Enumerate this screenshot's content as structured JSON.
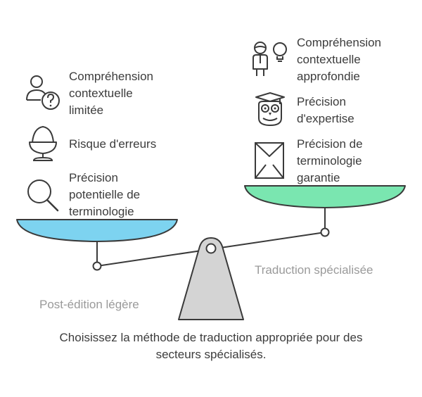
{
  "left_side": {
    "label": "Post-édition légère",
    "color": "#7dd3f0",
    "items": [
      {
        "text": "Compréhension\ncontextuelle\nlimitée",
        "icon": "person-question-icon"
      },
      {
        "text": "Risque d'erreurs",
        "icon": "egg-cup-icon"
      },
      {
        "text": "Précision\npotentielle de\nterminologie",
        "icon": "magnifier-icon"
      }
    ]
  },
  "right_side": {
    "label": "Traduction spécialisée",
    "color": "#7ae6b0",
    "items": [
      {
        "text": "Compréhension\ncontextuelle\napprofondie",
        "icon": "person-idea-icon"
      },
      {
        "text": "Précision\nd'expertise",
        "icon": "owl-graduate-icon"
      },
      {
        "text": "Précision de\nterminologie\ngarantie",
        "icon": "envelope-icon"
      }
    ]
  },
  "caption": "Choisissez la méthode de traduction appropriée pour des\nsecteurs spécialisés.",
  "colors": {
    "stroke": "#3a3a3a",
    "fulcrum": "#d4d4d4"
  }
}
